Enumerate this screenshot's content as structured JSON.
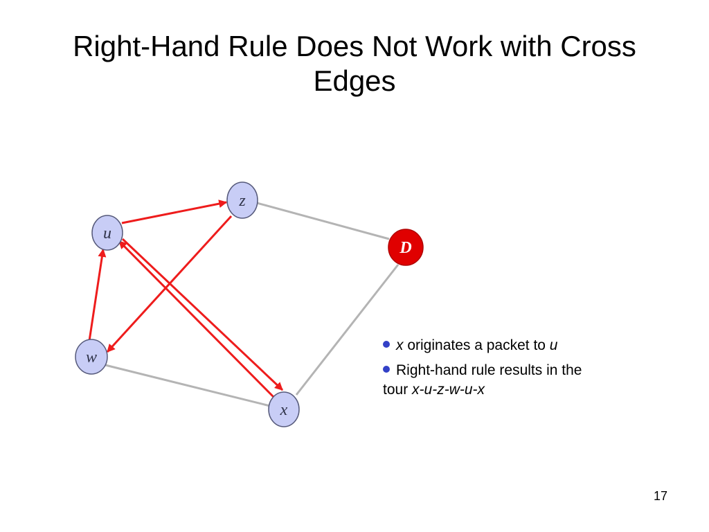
{
  "slide": {
    "title_line1": "Right-Hand Rule Does Not Work with Cross",
    "title_line2": "Edges",
    "page_number": "17"
  },
  "diagram": {
    "nodes": [
      {
        "id": "z",
        "label": "z",
        "color": "#c8cdf6"
      },
      {
        "id": "u",
        "label": "u",
        "color": "#c8cdf6"
      },
      {
        "id": "D",
        "label": "D",
        "color": "#e00000"
      },
      {
        "id": "w",
        "label": "w",
        "color": "#c8cdf6"
      },
      {
        "id": "x",
        "label": "x",
        "color": "#c8cdf6"
      }
    ],
    "gray_edges": [
      [
        "z",
        "D"
      ],
      [
        "D",
        "x"
      ],
      [
        "w",
        "x"
      ]
    ],
    "tour_edges": [
      [
        "x",
        "u"
      ],
      [
        "u",
        "z"
      ],
      [
        "z",
        "w"
      ],
      [
        "w",
        "u"
      ],
      [
        "u",
        "x"
      ]
    ],
    "colors": {
      "edge_gray": "#b4b4b4",
      "edge_red": "#ee1c1c",
      "bullet": "#3341c7",
      "node_stroke": "#55597a"
    }
  },
  "notes": {
    "line1": {
      "x": "x",
      "text": " originates a packet to ",
      "u": "u"
    },
    "line2": {
      "text": "Right-hand rule results in the",
      "tour_prefix": "tour ",
      "tour": "x-u-z-w-u-x"
    }
  }
}
